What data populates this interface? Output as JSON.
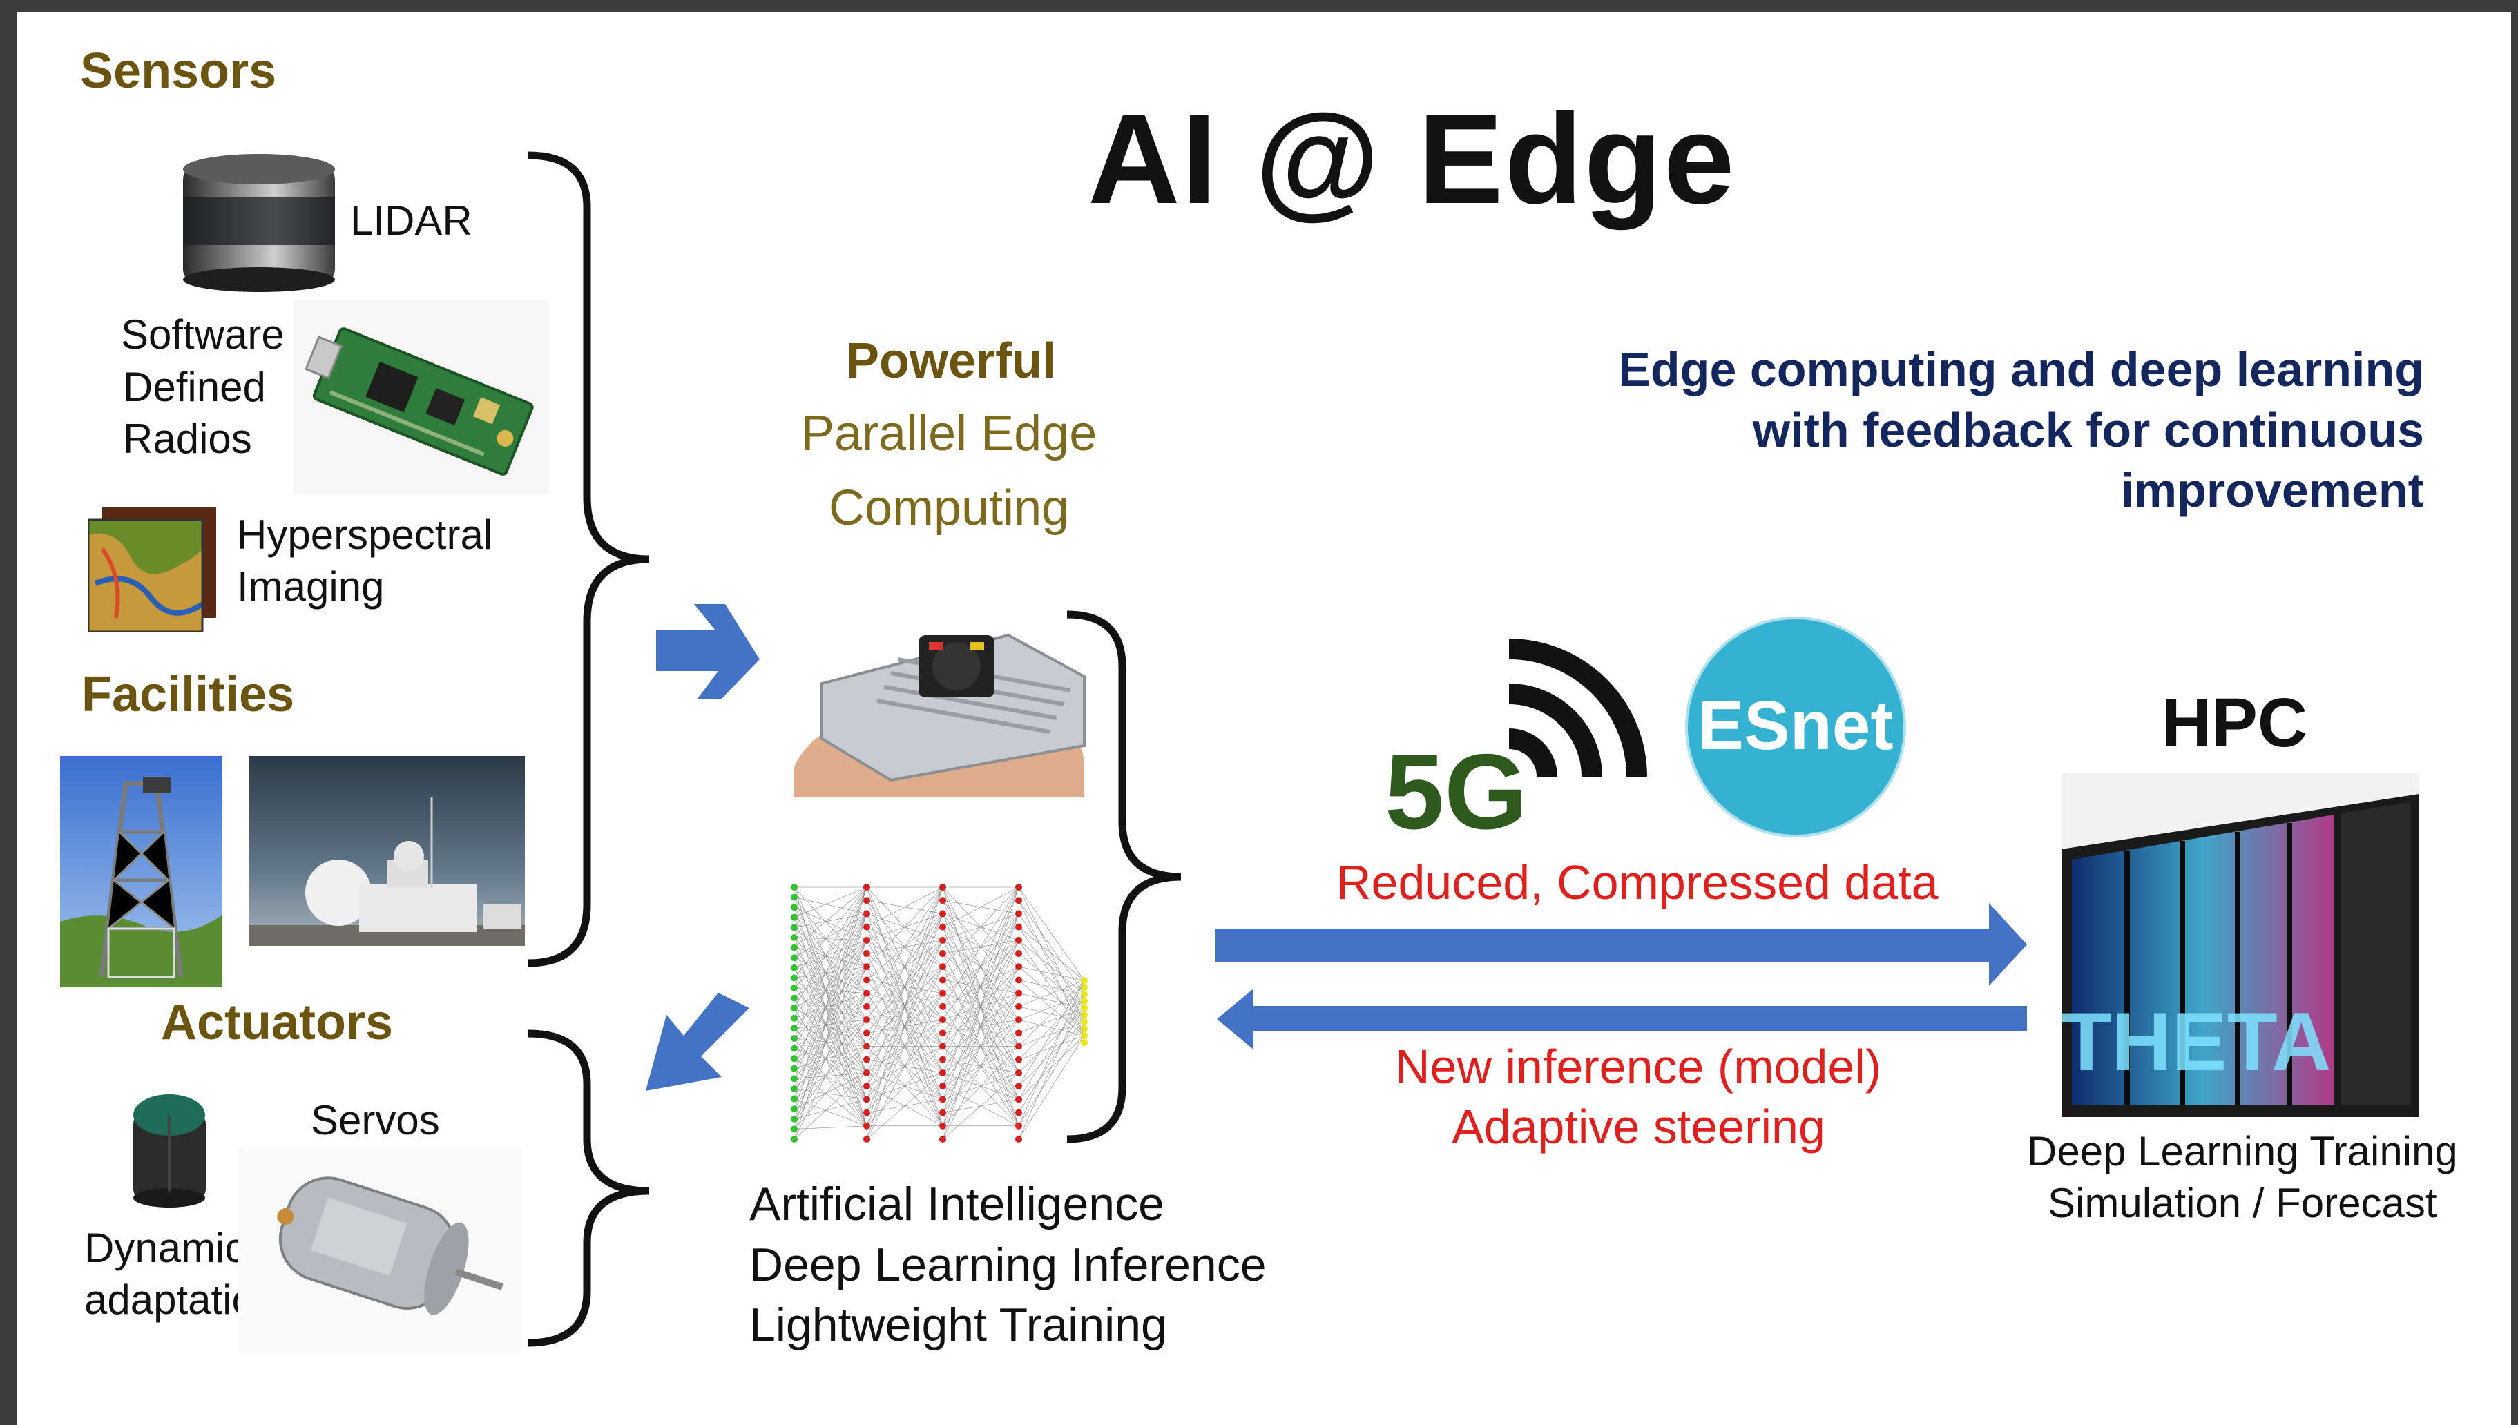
{
  "title": "AI @ Edge",
  "sections": {
    "sensors": "Sensors",
    "facilities": "Facilities",
    "actuators": "Actuators"
  },
  "sensors": {
    "lidar": "LIDAR",
    "sdr_line1": "Software",
    "sdr_line2": "Defined",
    "sdr_line3": "Radios",
    "hyper_line1": "Hyperspectral",
    "hyper_line2": "Imaging"
  },
  "actuators": {
    "servos": "Servos",
    "dynamic_line1": "Dynamic",
    "dynamic_line2": "adaptation"
  },
  "edge": {
    "powerful": "Powerful",
    "parallel": "Parallel Edge",
    "computing": "Computing",
    "ai_line1": "Artificial Intelligence",
    "ai_line2": "Deep Learning Inference",
    "ai_line3": "Lightweight Training"
  },
  "tagline": {
    "line1": "Edge computing and deep learning",
    "line2": "with feedback for continuous",
    "line3": "improvement"
  },
  "network": {
    "fiveg": "5G",
    "esnet": "ESnet",
    "uplink": "Reduced, Compressed data",
    "downlink1": "New inference (model)",
    "downlink2": "Adaptive steering"
  },
  "hpc": {
    "label": "HPC",
    "theta": "THETA",
    "caption1": "Deep Learning Training",
    "caption2": "Simulation / Forecast"
  },
  "colors": {
    "arrow_blue": "#4472c4",
    "gold": "#6b5410",
    "red": "#e0201c",
    "navy": "#14265e",
    "esnet_teal": "#35b2d1",
    "fiveg_green": "#2f5a1e"
  }
}
